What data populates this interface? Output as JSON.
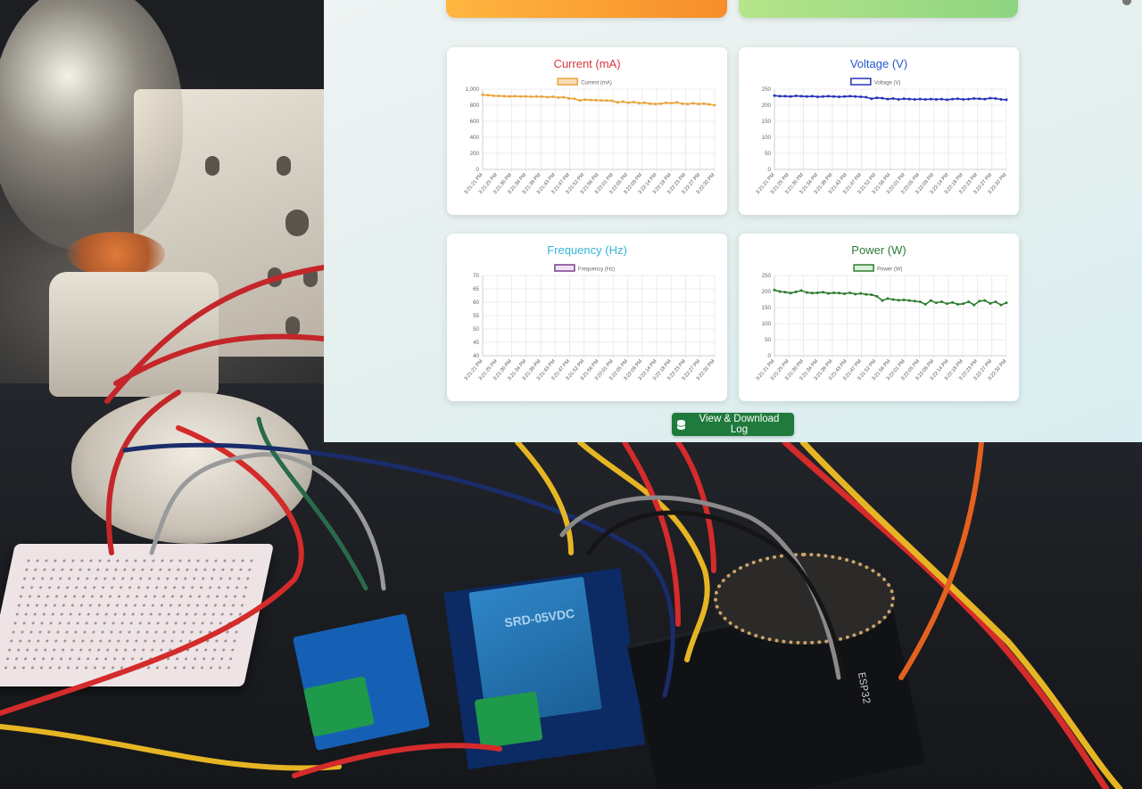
{
  "log_button": {
    "label": "View & Download Log"
  },
  "relay_print": "SRD-05VDC",
  "board_print": "ESP32",
  "times": [
    "3:21:21 PM",
    "3:21:25 PM",
    "3:21:30 PM",
    "3:21:34 PM",
    "3:21:39 PM",
    "3:21:43 PM",
    "3:21:47 PM",
    "3:21:52 PM",
    "3:21:56 PM",
    "3:22:01 PM",
    "3:22:05 PM",
    "3:22:09 PM",
    "3:22:14 PM",
    "3:22:18 PM",
    "3:22:23 PM",
    "3:22:27 PM",
    "3:22:32 PM"
  ],
  "chart_data": [
    {
      "type": "line",
      "title": "Current (mA)",
      "title_color": "#d9363e",
      "color": "#e8a33a",
      "fill": "#f5dcb7",
      "legend": "Current (mA)",
      "ylim": [
        0,
        1000
      ],
      "yticks": [
        0,
        200,
        400,
        600,
        800,
        1000
      ],
      "ytick_labels": [
        "0",
        "200",
        "400",
        "600",
        "800",
        "1,000"
      ],
      "values": [
        930,
        925,
        918,
        915,
        912,
        910,
        912,
        908,
        910,
        905,
        908,
        905,
        902,
        905,
        895,
        900,
        885,
        880,
        860,
        870,
        865,
        862,
        860,
        858,
        855,
        835,
        845,
        830,
        840,
        825,
        830,
        820,
        815,
        820,
        830,
        825,
        835,
        820,
        815,
        825,
        815,
        820,
        810,
        800
      ]
    },
    {
      "type": "line",
      "title": "Voltage (V)",
      "title_color": "#2456c9",
      "color": "#2732b8",
      "fill": "#ffffff",
      "legend": "Voltage (V)",
      "ylim": [
        0,
        250
      ],
      "yticks": [
        0,
        50,
        100,
        150,
        200,
        250
      ],
      "ytick_labels": [
        "0",
        "50",
        "100",
        "150",
        "200",
        "250"
      ],
      "values": [
        230,
        228,
        228,
        227,
        229,
        228,
        227,
        228,
        226,
        227,
        228,
        227,
        226,
        227,
        228,
        227,
        226,
        225,
        220,
        223,
        222,
        219,
        221,
        218,
        220,
        219,
        218,
        219,
        218,
        219,
        218,
        219,
        217,
        219,
        220,
        218,
        219,
        221,
        220,
        219,
        222,
        221,
        218,
        217
      ]
    },
    {
      "type": "line",
      "title": "Frequency (Hz)",
      "title_color": "#35b6d6",
      "color": "#7a3d8c",
      "fill": "#efe3f2",
      "legend": "Frequency (Hz)",
      "ylim": [
        40,
        70
      ],
      "yticks": [
        40,
        45,
        50,
        55,
        60,
        65,
        70
      ],
      "ytick_labels": [
        "40",
        "45",
        "50",
        "55",
        "60",
        "65",
        "70"
      ],
      "values": []
    },
    {
      "type": "line",
      "title": "Power (W)",
      "title_color": "#2c7a35",
      "color": "#2f7d2f",
      "fill": "#d9efd8",
      "legend": "Power (W)",
      "ylim": [
        0,
        250
      ],
      "yticks": [
        0,
        50,
        100,
        150,
        200,
        250
      ],
      "ytick_labels": [
        "0",
        "50",
        "100",
        "150",
        "200",
        "250"
      ],
      "values": [
        205,
        200,
        198,
        195,
        199,
        203,
        197,
        195,
        196,
        198,
        194,
        196,
        195,
        193,
        196,
        192,
        194,
        191,
        190,
        185,
        172,
        178,
        175,
        173,
        174,
        172,
        170,
        168,
        160,
        172,
        165,
        168,
        162,
        166,
        160,
        162,
        168,
        158,
        170,
        172,
        163,
        168,
        158,
        165
      ]
    }
  ]
}
